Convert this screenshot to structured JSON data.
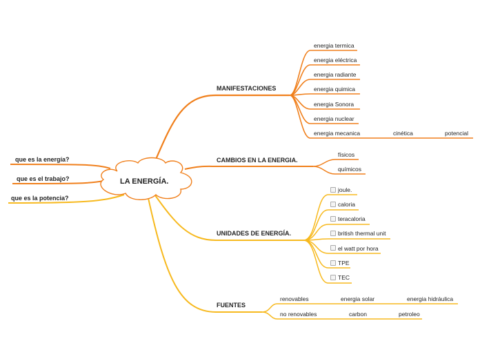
{
  "center": {
    "label": "LA ENERGÍA."
  },
  "left_topics": [
    "que es la energía?",
    "que es el trabajo?",
    "que es la potencia?"
  ],
  "manifestaciones": {
    "label": "MANIFESTACIONES",
    "items": [
      "energia termica",
      "energia eléctrica",
      "energia radiante",
      "energia quimica",
      "energia Sonora",
      "energia nuclear",
      "energia mecanica"
    ],
    "mecanica_children": [
      "cinética",
      "potencial"
    ]
  },
  "cambios": {
    "label": "CAMBIOS EN LA ENERGIA.",
    "items": [
      "físicos",
      "químicos"
    ]
  },
  "unidades": {
    "label": "UNIDADES DE ENERGÍA.",
    "items": [
      "joule.",
      "caloria",
      "teracaloria",
      "british thermal unit",
      "el watt por hora",
      "TPE",
      "TEC"
    ]
  },
  "fuentes": {
    "label": "FUENTES",
    "renovables": {
      "label": "renovables",
      "children": [
        "energia solar",
        "energia hidráulica"
      ]
    },
    "no_renovables": {
      "label": "no renovables",
      "children": [
        "carbon",
        "petroleo"
      ]
    }
  },
  "colors": {
    "orange": "#f07f1b",
    "yellow": "#f7b91e",
    "cloud_stroke": "#f07f1b"
  }
}
